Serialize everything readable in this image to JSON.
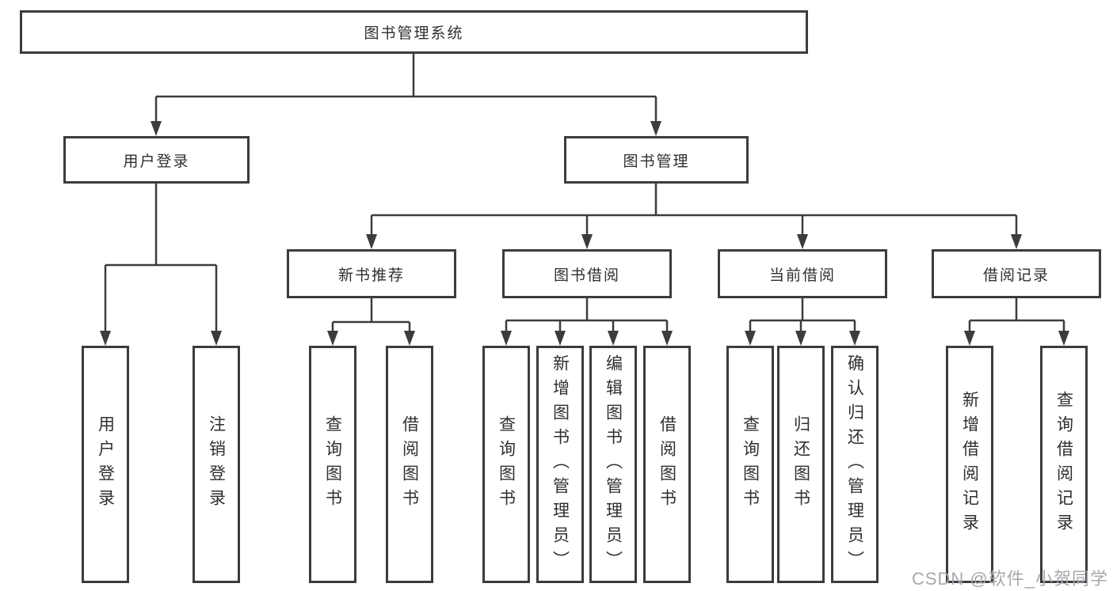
{
  "root_label": "图书管理系统",
  "level2": {
    "user_login": "用户登录",
    "book_mgmt": "图书管理"
  },
  "level3": {
    "new_books": "新书推荐",
    "book_borrow": "图书借阅",
    "current_borrow": "当前借阅",
    "borrow_records": "借阅记录"
  },
  "leaves": {
    "user_login_1": "用户登录",
    "user_login_2": "注销登录",
    "new_books_1": "查询图书",
    "new_books_2": "借阅图书",
    "book_borrow_1": "查询图书",
    "book_borrow_2": "新增图书（管理员）",
    "book_borrow_3": "编辑图书（管理员）",
    "book_borrow_4": "借阅图书",
    "current_borrow_1": "查询图书",
    "current_borrow_2": "归还图书",
    "current_borrow_3": "确认归还（管理员）",
    "borrow_records_1": "新增借阅记录",
    "borrow_records_2": "查询借阅记录"
  },
  "watermark": "CSDN @软件_小贺同学",
  "colors": {
    "line": "#3c3c3e",
    "box_border": "#3c3c3e",
    "text": "#2f2f33",
    "watermark": "#a8a8ae",
    "background": "#ffffff"
  }
}
